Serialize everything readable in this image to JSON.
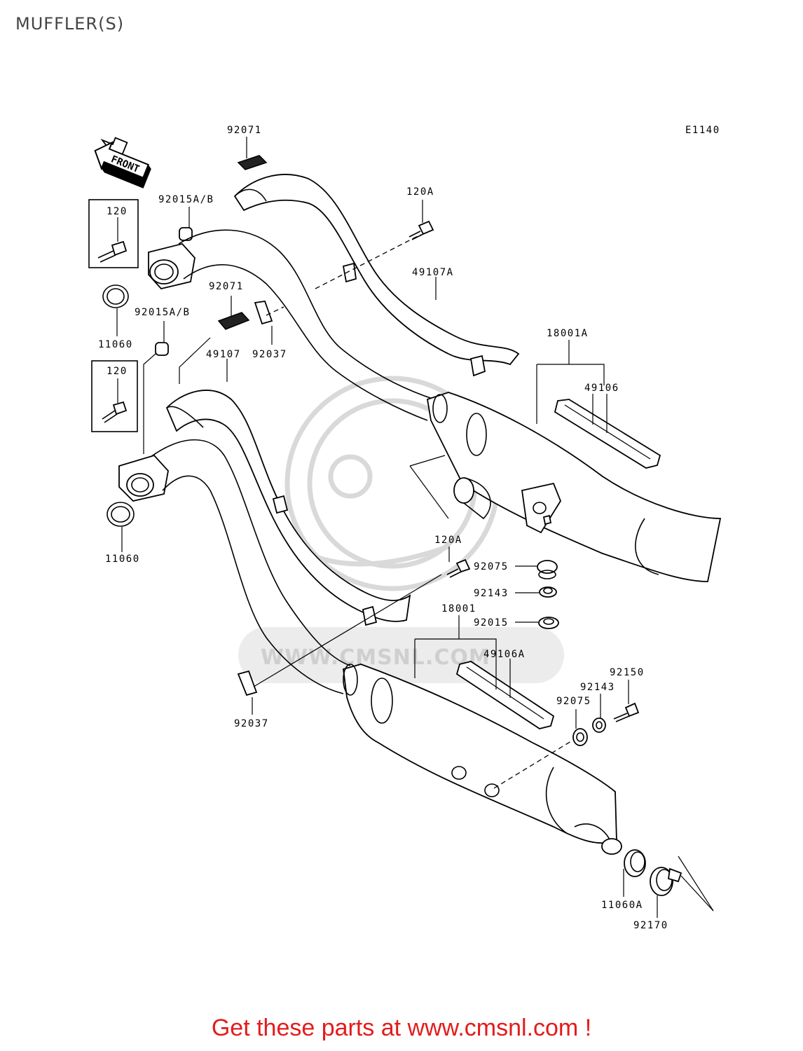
{
  "page_title": "MUFFLER(S)",
  "diagram_code": "E1140",
  "front_label": "FRONT",
  "watermark_url": "WWW.CMSNL.COM",
  "promo_text": "Get these parts at www.cmsnl.com !",
  "parts": {
    "p92071_top": "92071",
    "p92015_top": "92015A/B",
    "p120_top": "120",
    "p11060_top": "11060",
    "p92071_mid": "92071",
    "p92015_mid": "92015A/B",
    "p92037_top": "92037",
    "p120_mid": "120",
    "p49107": "49107",
    "p11060_bot": "11060",
    "p120a_top": "120A",
    "p49107a": "49107A",
    "p18001a": "18001A",
    "p49106": "49106",
    "p120a_mid": "120A",
    "p92075_a": "92075",
    "p92143_a": "92143",
    "p18001": "18001",
    "p92015_b": "92015",
    "p49106a": "49106A",
    "p92150": "92150",
    "p92143_b": "92143",
    "p92075_b": "92075",
    "p92037_bot": "92037",
    "p11060a": "11060A",
    "p92170": "92170"
  }
}
